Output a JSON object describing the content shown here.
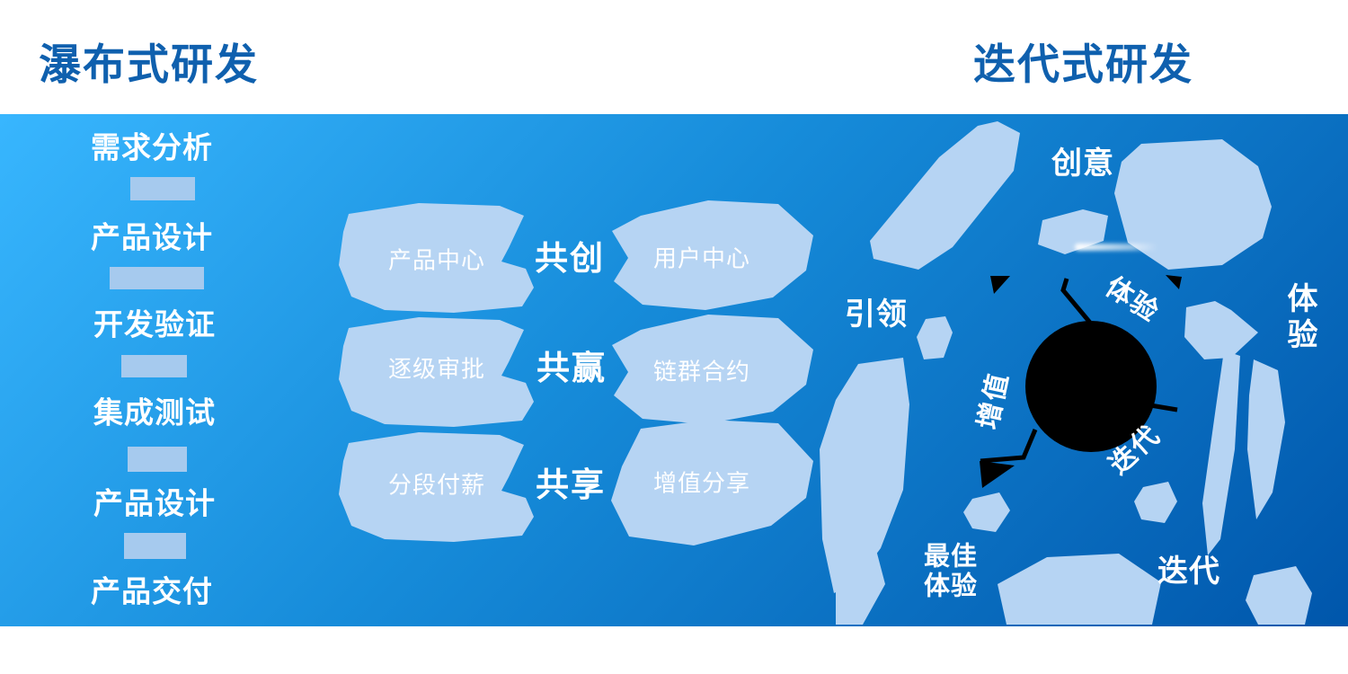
{
  "titles": {
    "left": "瀑布式研发",
    "right": "迭代式研发"
  },
  "waterfall": {
    "steps": [
      "需求分析",
      "产品设计",
      "开发验证",
      "集成测试",
      "产品设计",
      "产品交付"
    ]
  },
  "middle": {
    "rows": [
      {
        "left": "产品中心",
        "center": "共创",
        "right": "用户中心"
      },
      {
        "left": "逐级审批",
        "center": "共赢",
        "right": "链群合约"
      },
      {
        "left": "分段付薪",
        "center": "共享",
        "right": "增值分享"
      }
    ]
  },
  "iterative": {
    "outer_labels": {
      "top": "创意",
      "left": "引领",
      "right": "体验",
      "bottom_left": "最佳\n体验",
      "bottom_right": "迭代"
    },
    "inner_labels": {
      "top_right": "体验",
      "left": "增值",
      "bottom_right": "迭代"
    }
  },
  "colors": {
    "title_text": "#0f60ae",
    "band_gradient_start": "#38b6fe",
    "band_gradient_end": "#0056ab",
    "floe_fill": "#b6d4f3",
    "connector_fill": "#a6caee",
    "label_text": "#ffffff",
    "hub_black": "#000000"
  }
}
